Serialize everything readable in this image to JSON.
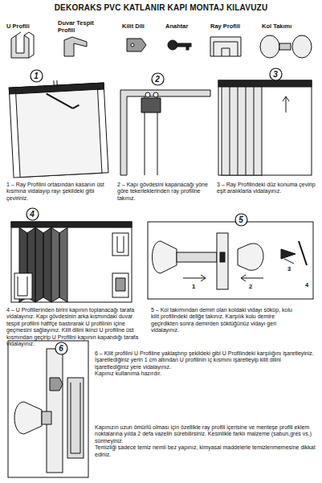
{
  "diagram": {
    "title": "DEKORAKS PVC KATLANIR KAPI MONTAJ KILAVUZU",
    "nodes": [
      {
        "text": [
          "1"
        ]
      },
      {
        "text": [
          "2"
        ]
      },
      {
        "text": [
          "3"
        ]
      },
      {
        "text": [
          "4"
        ]
      },
      {
        "text": [
          "5"
        ]
      },
      {
        "text": [
          "6"
        ]
      }
    ],
    "labels": [
      "U Profili",
      "Duvar Tespit Profili",
      "Kilit Dili",
      "Anahtar",
      "Ray Profili",
      "Kol Takımı",
      "1 – Ray Profilini ortasından kasanın üst kısmına vidalayıp rayı şekildeki gibi çeviriniz.",
      "2 – Kapı gövdesini kapanacağı yöne göre tekerleklerinden ray profiline takınız.",
      "3 – Ray Profilindeki düz konuma çevirip eşit aralıklarla vidalayınız.",
      "4 – U Profillerinden birini kapının toplanacağı tarafa vidalayınız. Kapı gövdesinin arka kısmındaki duvar tespit profilini hafifçe bastırarak U profilinin içine geçmesini sağlayınız. Kilit dilini ikinci U profiline üst kısmından geçirip U Profilini kapının kapandığı tarafa vidalayınız.",
      "5 – Kol takımından demiri olan koldaki vidayı söküp, kolu kilit profilindeki deliğe takınız. Karşılık kolu demire geçirdikten sonra demirden söktüğünüz vidayı geri vidalayınız.",
      "1",
      "2",
      "3",
      "4",
      "6 – Kilit profilini U Profiline yaklaştırıp şekildeki gibi U Profilindeki karşılığını işaretleyiniz. İşaretlediğiniz yerin 1 cm altından U profilinin iç kısmını işaretleyip kilit dilini işaretlediğiniz yere vidalayınız.",
      "Kapınız kullanıma hazırdır.",
      "Kapınızın uzun ömürlü olması için özellikle ray profili içerisine ve menteşe profili eklem noktalarına yılda 2 defa vazelin sürebilirsiniz. Kesinlikle farklı malzeme (sabun,gres vs.) sürmeyiniz.",
      "Temizliği sadece temiz nemli bez yapınız, kimyasal maddelerle temizlenmemesine dikkat ediniz."
    ]
  }
}
